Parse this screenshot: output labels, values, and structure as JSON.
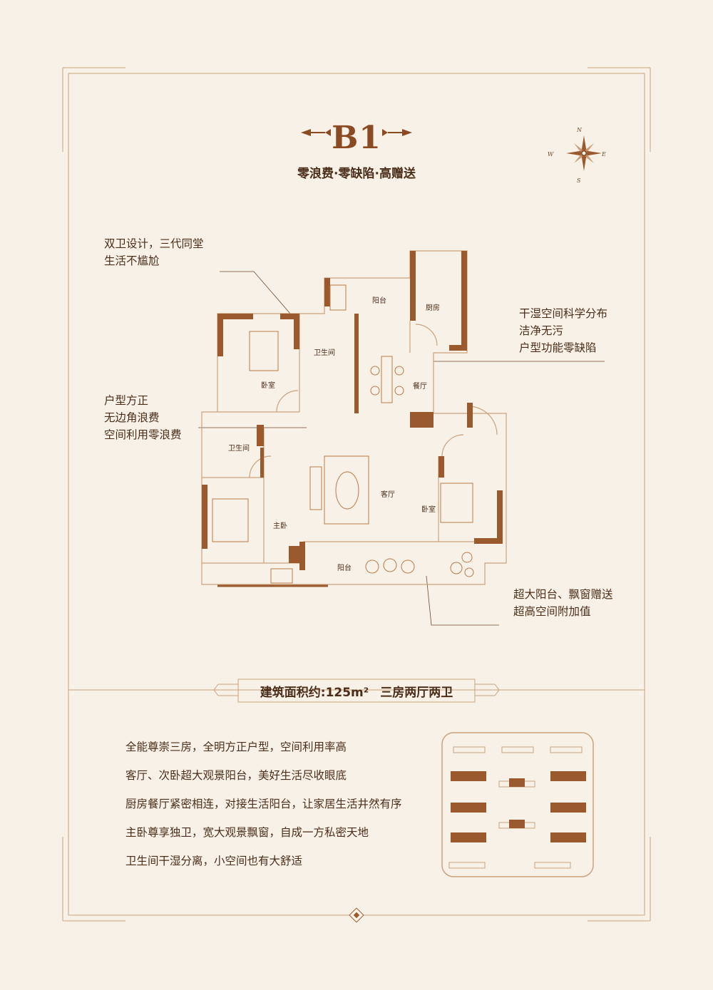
{
  "title": "B1",
  "tagline": "零浪费·零缺陷·高赠送",
  "compass": {
    "n": "N",
    "s": "S",
    "e": "E",
    "w": "W"
  },
  "notes": {
    "top_left": [
      "双卫设计，三代同堂",
      "生活不尴尬"
    ],
    "mid_left": [
      "户型方正",
      "无边角浪费",
      "空间利用零浪费"
    ],
    "right": [
      "干湿空间科学分布",
      "洁净无污",
      "户型功能零缺陷"
    ],
    "bottom_right": [
      "超大阳台、飘窗赠送",
      "超高空间附加值"
    ]
  },
  "rooms": {
    "balcony_top": "阳台",
    "kitchen": "厨房",
    "bath_top": "卫生间",
    "bedroom_left": "卧室",
    "dining": "餐厅",
    "bath_left": "卫生间",
    "living": "客厅",
    "bedroom_right": "卧室",
    "master": "主卧",
    "balcony_bottom": "阳台"
  },
  "area": {
    "label": "建筑面积约:125m²",
    "layout": "三房两厅两卫"
  },
  "features": [
    "全能尊崇三房，全明方正户型，空间利用率高",
    "客厅、次卧超大观景阳台，美好生活尽收眼底",
    "厨房餐厅紧密相连，对接生活阳台，让家居生活井然有序",
    "主卧尊享独卫，宽大观景飘窗，自成一方私密天地",
    "卫生间干湿分离，小空间也有大舒适"
  ],
  "colors": {
    "accent": "#8a4b24",
    "wall": "#9a5a2e",
    "line": "#c9a27e",
    "bg": "#f8f1e7"
  }
}
